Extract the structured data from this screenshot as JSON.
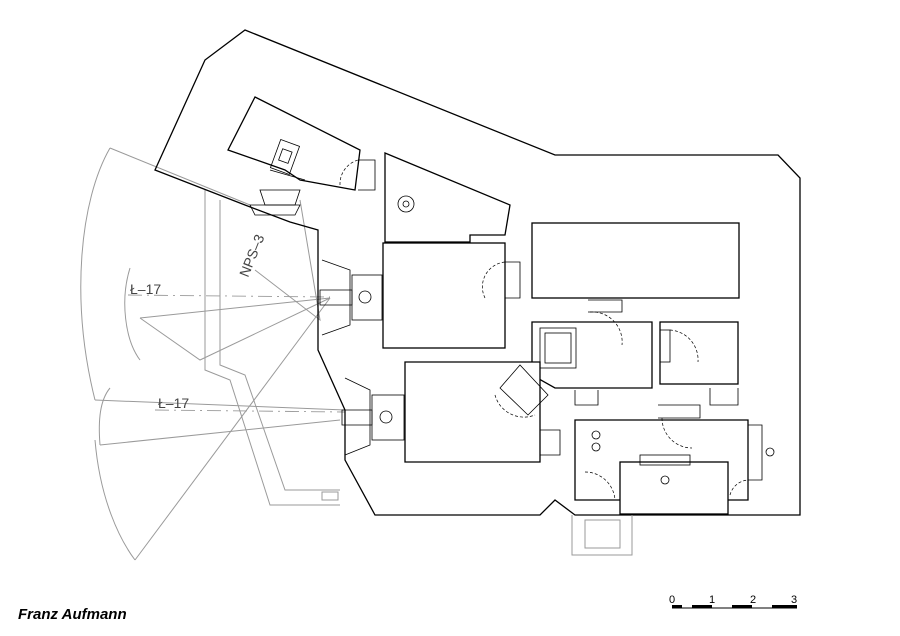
{
  "author": "Franz Aufmann",
  "labels": {
    "turret": "NPS–3",
    "embrasure_upper": "Ł–17",
    "embrasure_lower": "Ł–17"
  },
  "scale_bar": {
    "ticks": [
      "0",
      "1",
      "2",
      "3"
    ]
  },
  "colors": {
    "walls": "#000000",
    "fire_sectors": "#9a9a9a",
    "background": "#ffffff"
  }
}
